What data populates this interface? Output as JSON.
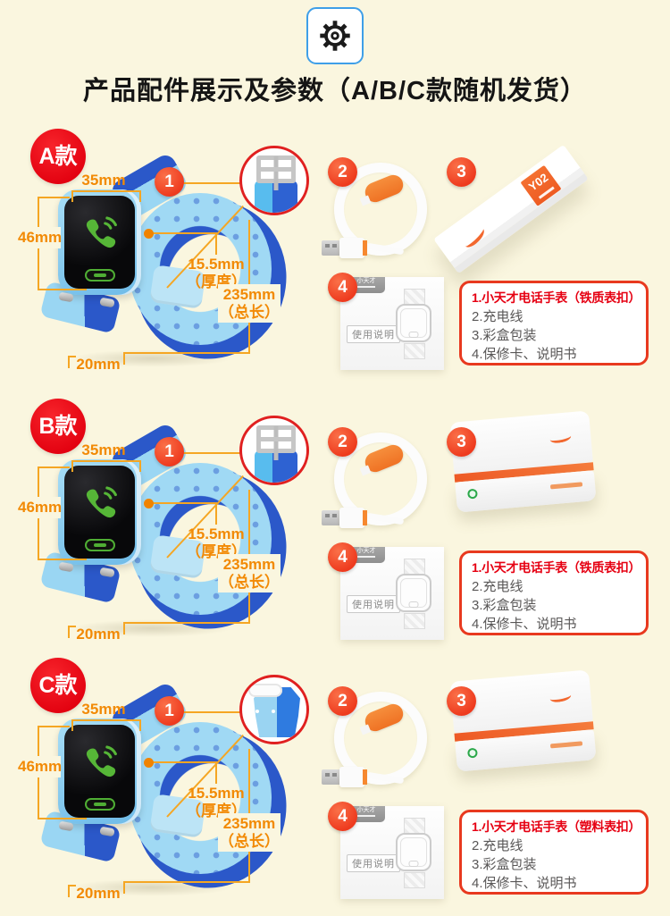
{
  "header": {
    "icon": "gear-icon",
    "title": "产品配件展示及参数（A/B/C款随机发货）"
  },
  "dimensions": {
    "width": "35mm",
    "height": "46mm",
    "thickness": "15.5mm",
    "thickness_note": "（厚度）",
    "length": "235mm",
    "length_note": "（总长）",
    "strap_width": "20mm"
  },
  "markers": {
    "watch": "1",
    "cable": "2",
    "box": "3",
    "manual": "4"
  },
  "manual": {
    "brand": "小天才",
    "label": "使用说明"
  },
  "long_box": {
    "model": "Y02"
  },
  "sections": [
    {
      "badge": "A款",
      "clasp": "metal",
      "box_style": "long",
      "list": [
        "1.小天才电话手表（铁质表扣）",
        "2.充电线",
        "3.彩盒包装",
        "4.保修卡、说明书"
      ]
    },
    {
      "badge": "B款",
      "clasp": "metal",
      "box_style": "square",
      "list": [
        "1.小天才电话手表（铁质表扣）",
        "2.充电线",
        "3.彩盒包装",
        "4.保修卡、说明书"
      ]
    },
    {
      "badge": "C款",
      "clasp": "plastic",
      "box_style": "square",
      "list": [
        "1.小天才电话手表（塑料表扣）",
        "2.充电线",
        "3.彩盒包装",
        "4.保修卡、说明书"
      ]
    }
  ],
  "colors": {
    "background": "#FAF6DF",
    "badge_red": "#E60012",
    "marker_orange_red": "#F4482B",
    "annotation_orange": "#F28A05",
    "list_border_red": "#E8391F",
    "strap_light_blue": "#A6DCF5",
    "strap_dark_blue": "#2B58C9",
    "phone_green": "#56B637",
    "header_border_blue": "#3F9FE8"
  }
}
